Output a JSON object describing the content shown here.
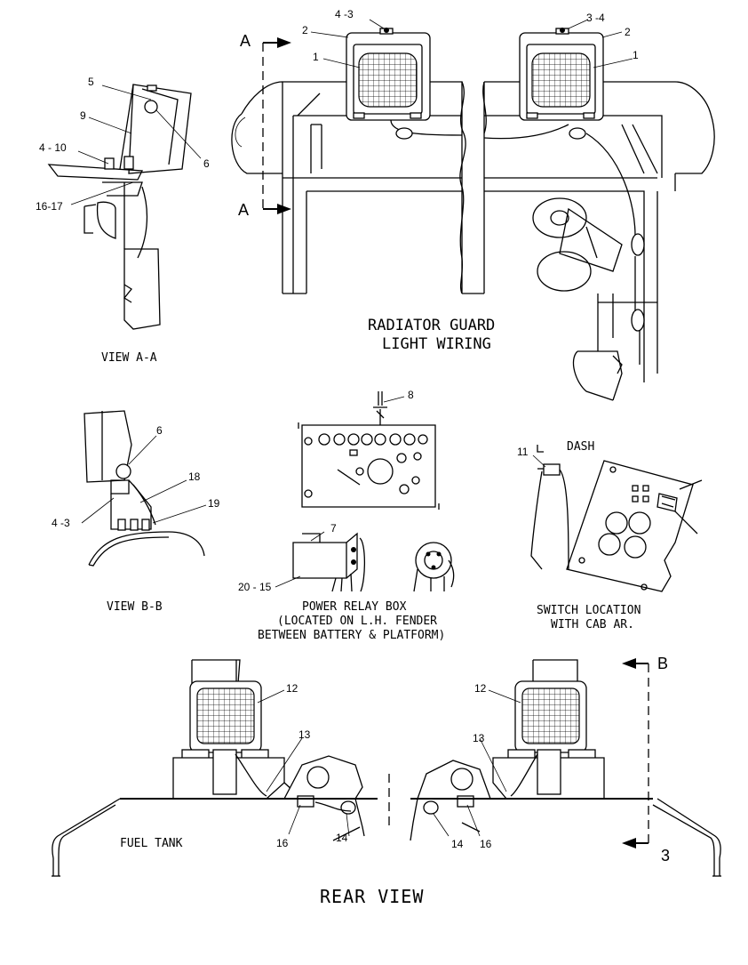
{
  "captions": {
    "view_aa": "VIEW A-A",
    "view_bb": "VIEW B-B",
    "radiator_line1": "RADIATOR GUARD",
    "radiator_line2": "LIGHT WIRING",
    "relay_line1": "POWER RELAY BOX",
    "relay_line2": "(LOCATED ON L.H. FENDER",
    "relay_line3": "BETWEEN BATTERY & PLATFORM)",
    "switch_line1": "SWITCH LOCATION",
    "switch_line2": "WITH CAB AR.",
    "dash": "DASH",
    "fuel_tank": "FUEL TANK",
    "rear_view": "REAR VIEW"
  },
  "section_marks": {
    "a_top": "A",
    "a_bottom": "A",
    "b_top": "B",
    "b_bottom": "3"
  },
  "callouts": {
    "c_4_3_top": "4 -3",
    "c_2_left": "2",
    "c_1_left": "1",
    "c_3_4": "3 -4",
    "c_2_right": "2",
    "c_1_right": "1",
    "c_5": "5",
    "c_9": "9",
    "c_6_aa": "6",
    "c_4_10": "4 - 10",
    "c_16_17": "16-17",
    "c_8": "8",
    "c_6_bb": "6",
    "c_18": "18",
    "c_19": "19",
    "c_4_3_bb": "4 -3",
    "c_7": "7",
    "c_20_15": "20 - 15",
    "c_11": "11",
    "c_12_left": "12",
    "c_13_left": "13",
    "c_16_left": "16",
    "c_14_left": "14",
    "c_12_right": "12",
    "c_13_right": "13",
    "c_14_right": "14",
    "c_16_right": "16"
  }
}
